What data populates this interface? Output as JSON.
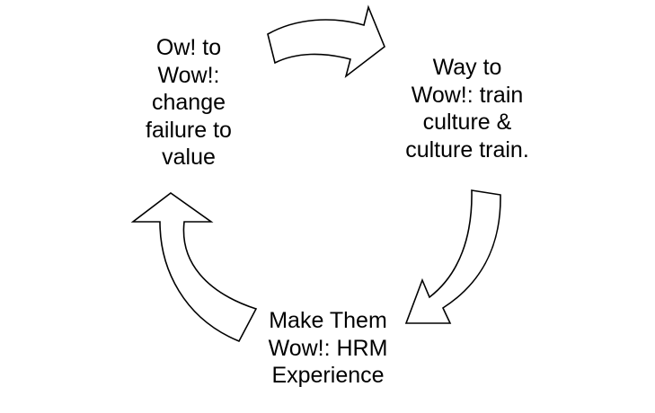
{
  "diagram": {
    "nodes": [
      {
        "id": "ow-to-wow",
        "lines": [
          "Ow! to",
          "Wow!:",
          "change",
          "failure to",
          "value"
        ]
      },
      {
        "id": "way-to-wow",
        "lines": [
          "Way to",
          "Wow!: train",
          "culture &",
          "culture train."
        ]
      },
      {
        "id": "make-them-wow",
        "lines": [
          "Make Them",
          "Wow!: HRM",
          "Experience"
        ]
      }
    ],
    "edges": [
      {
        "from": "ow-to-wow",
        "to": "way-to-wow"
      },
      {
        "from": "way-to-wow",
        "to": "make-them-wow"
      },
      {
        "from": "make-them-wow",
        "to": "ow-to-wow"
      }
    ],
    "colors": {
      "stroke": "#000000",
      "fill": "#ffffff",
      "text": "#000000"
    }
  }
}
